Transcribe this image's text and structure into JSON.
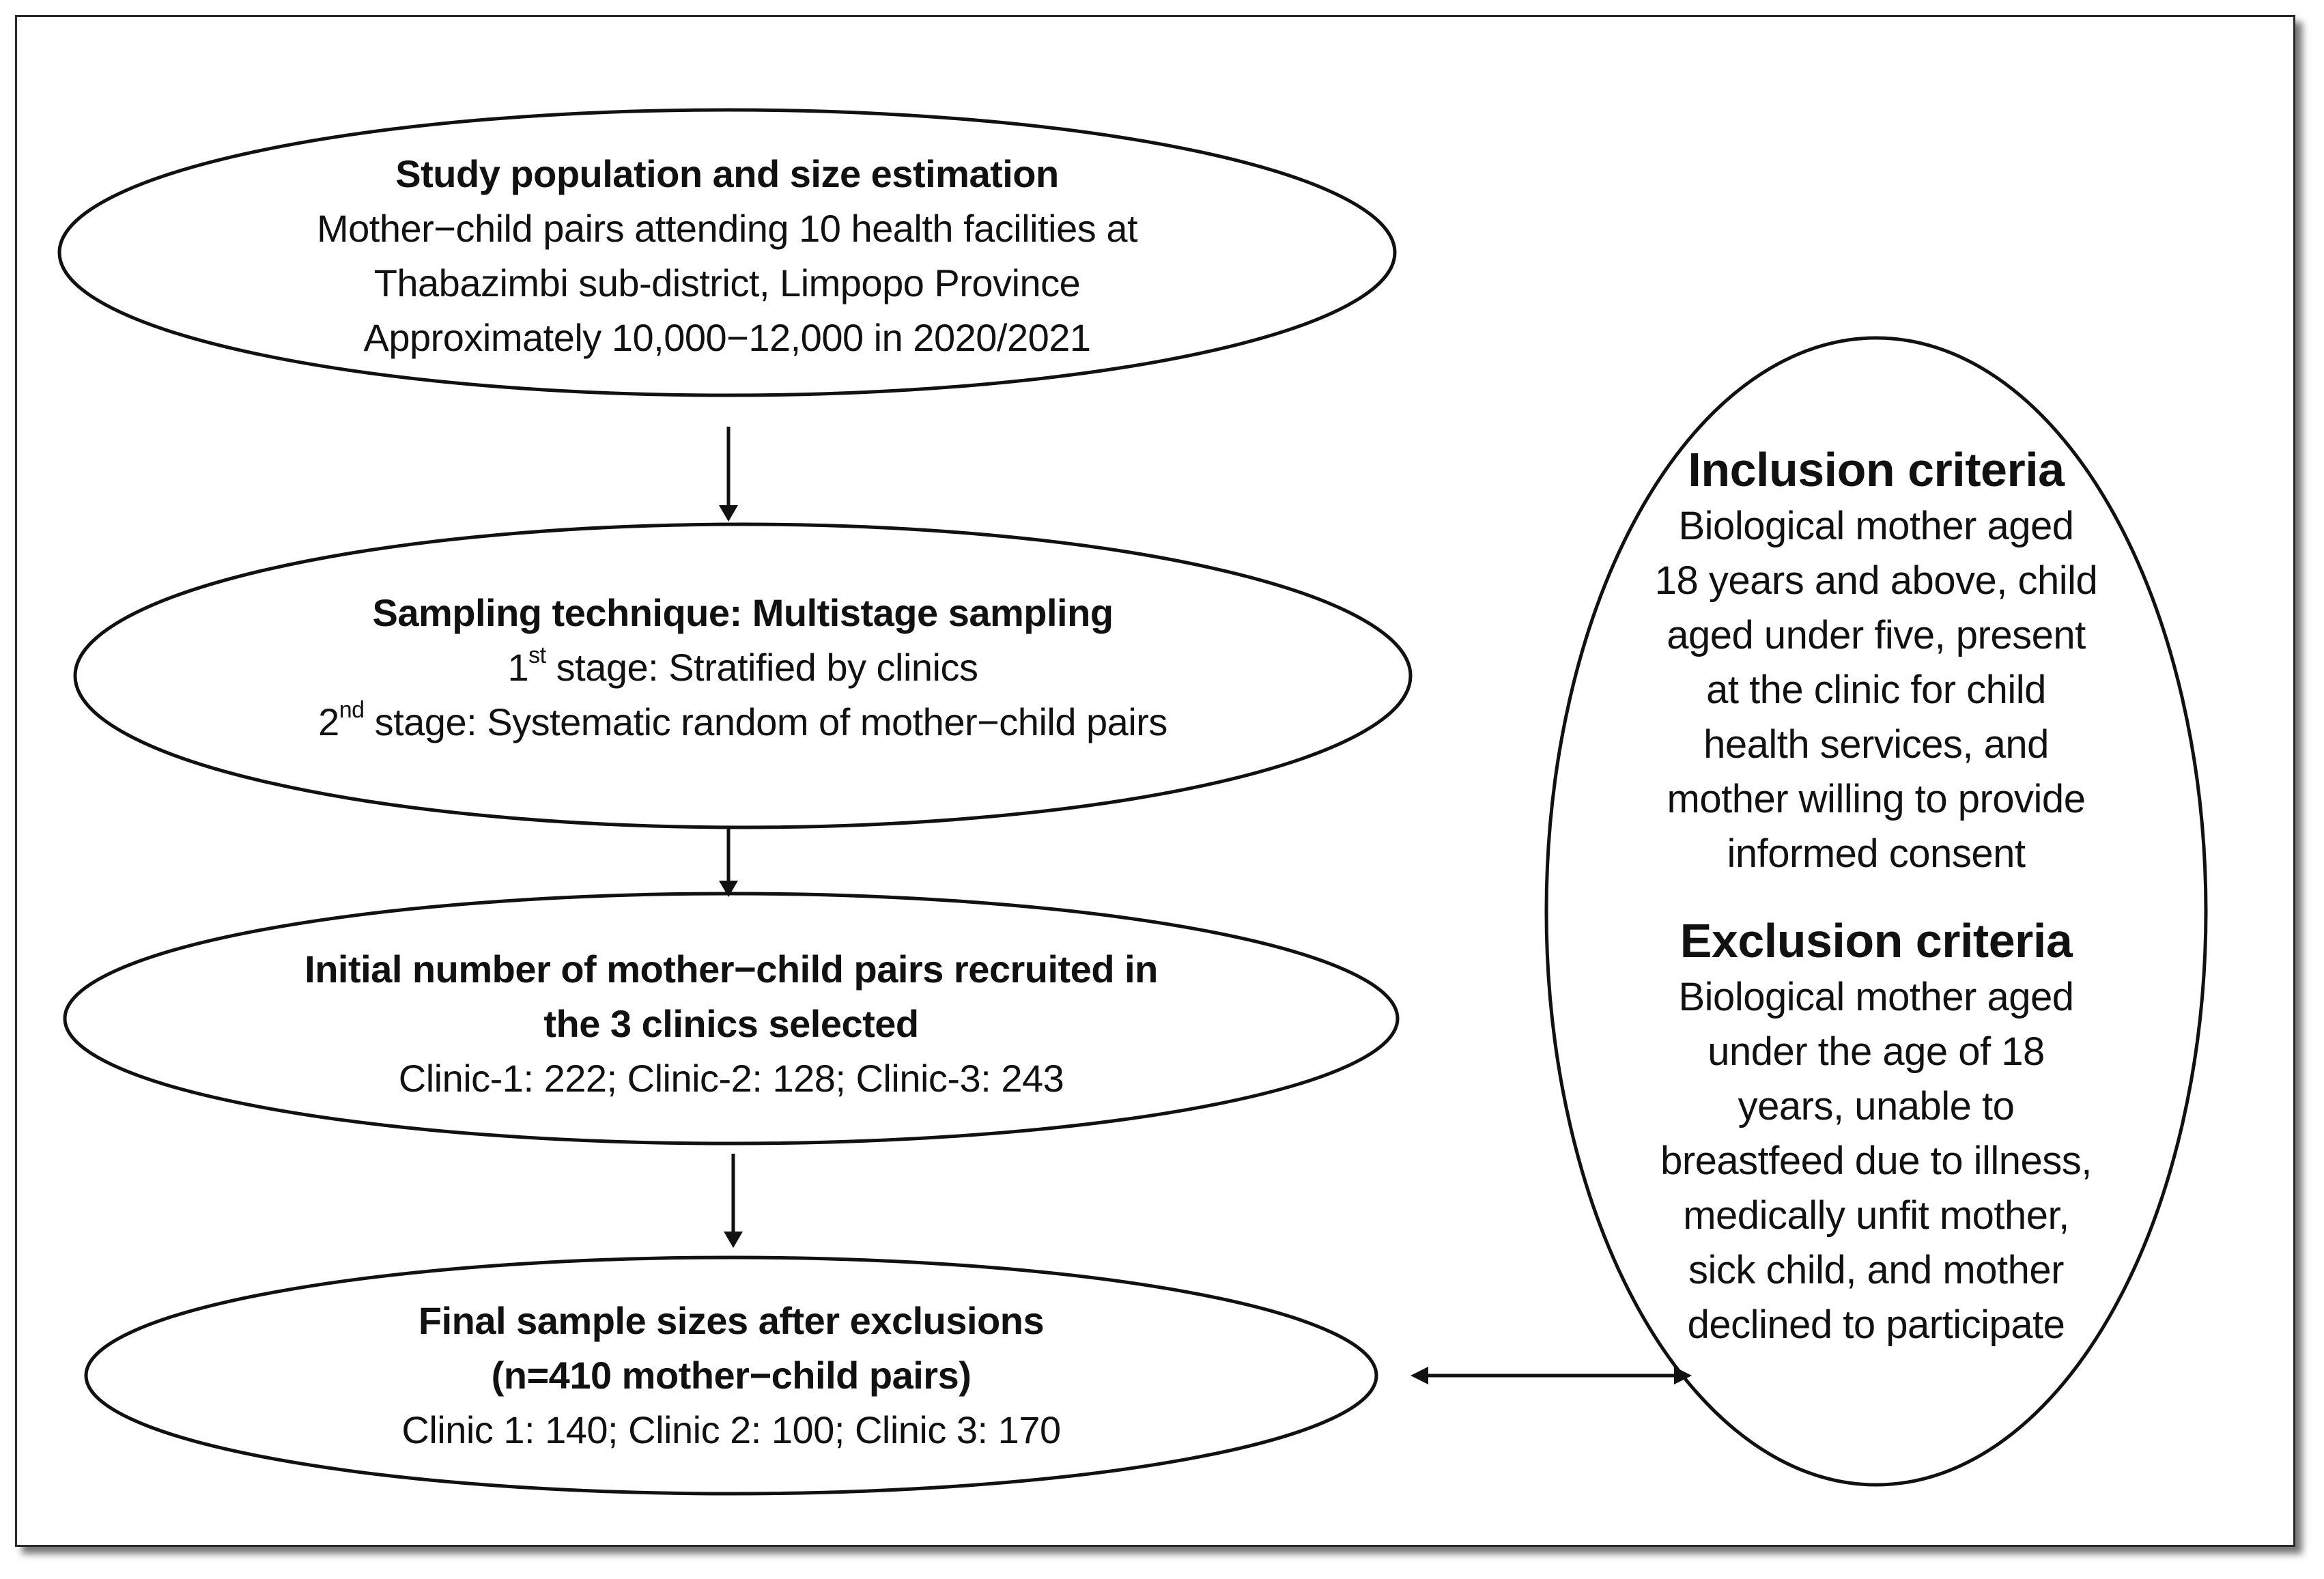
{
  "nodes": {
    "population": {
      "title": "Study population and size estimation",
      "line1": "Mother−child pairs attending 10 health facilities at",
      "line2": "Thabazimbi sub-district, Limpopo Province",
      "line3": "Approximately 10,000−12,000 in 2020/2021"
    },
    "sampling": {
      "title": "Sampling technique: Multistage sampling",
      "stage1_num": "1",
      "stage1_sup": "st",
      "stage1_text": " stage: Stratified by clinics",
      "stage2_num": "2",
      "stage2_sup": "nd",
      "stage2_text": " stage: Systematic random of mother−child pairs"
    },
    "initial": {
      "title_line1": "Initial number of mother−child pairs recruited in",
      "title_line2": "the 3 clinics selected",
      "counts": "Clinic-1: 222; Clinic-2: 128; Clinic-3: 243"
    },
    "final": {
      "title_line1": "Final sample sizes after exclusions",
      "title_line2": "(n=410 mother−child pairs)",
      "counts": "Clinic 1: 140; Clinic 2: 100; Clinic 3: 170"
    }
  },
  "criteria": {
    "inclusion_heading": "Inclusion criteria",
    "inclusion_lines": [
      "Biological mother aged",
      "18 years and above, child",
      "aged under five, present",
      "at the clinic for child",
      "health services, and",
      "mother willing to provide",
      "informed consent"
    ],
    "exclusion_heading": "Exclusion criteria",
    "exclusion_lines": [
      "Biological mother aged",
      "under the age of 18",
      "years, unable to",
      "breastfeed due to illness,",
      "medically unfit mother,",
      "sick child, and mother",
      "declined to participate"
    ]
  }
}
